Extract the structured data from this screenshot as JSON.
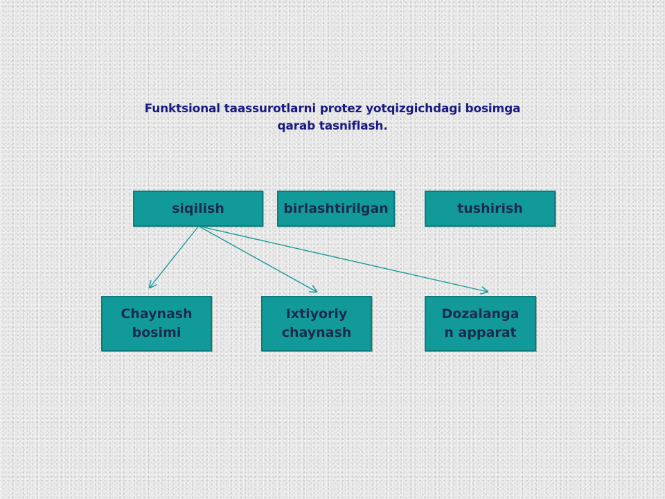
{
  "slide": {
    "title_line1": "Funktsional taassurotlarni protez yotqizgichdagi bosimga",
    "title_line2": "qarab tasniflash."
  },
  "diagram": {
    "colors": {
      "box_fill": "#129a9a",
      "box_border": "#0d7c7c",
      "box_text": "#1b2b4e",
      "title_text": "#1a1a80",
      "arrow": "#1a9a9a"
    },
    "top_row": [
      {
        "label": "siqilish"
      },
      {
        "label": "birlashtirilgan"
      },
      {
        "label": "tushirish"
      }
    ],
    "bottom_row": [
      {
        "line1": "Chaynash",
        "line2": "bosimi"
      },
      {
        "line1": "Ixtiyoriy",
        "line2": "chaynash"
      },
      {
        "line1": "Dozalanga",
        "line2": "n apparat"
      }
    ],
    "connections": [
      {
        "from": "siqilish",
        "to": "Chaynash bosimi"
      },
      {
        "from": "siqilish",
        "to": "Ixtiyoriy chaynash"
      },
      {
        "from": "siqilish",
        "to": "Dozalangan apparat"
      }
    ]
  }
}
